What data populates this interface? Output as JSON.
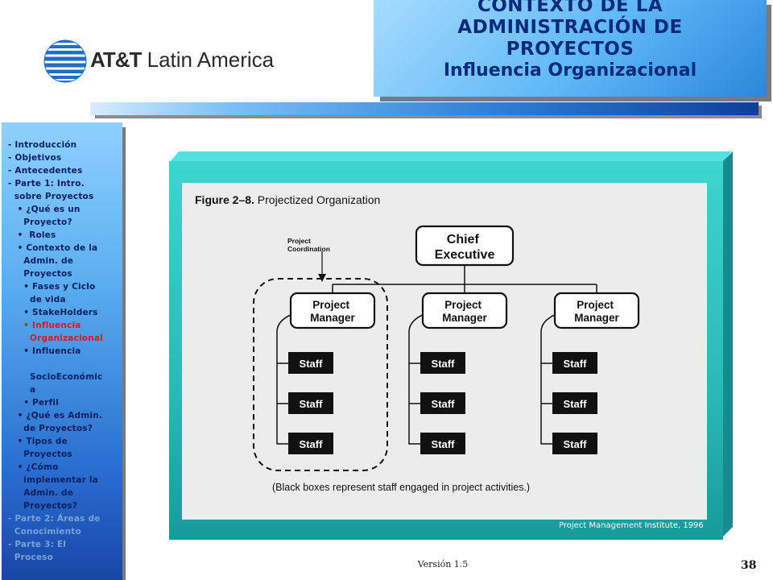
{
  "header": {
    "brand_att": "AT&T",
    "brand_rest": " Latin America",
    "title_lines": [
      "CONTEXTO DE LA",
      "ADMINISTRACIÓN DE",
      "PROYECTOS"
    ],
    "subtitle": "Influencia Organizacional"
  },
  "sidebar": {
    "items": [
      {
        "text": "- Introducción",
        "state": "normal"
      },
      {
        "text": "- Objetivos",
        "state": "normal"
      },
      {
        "text": "- Antecedentes",
        "state": "normal"
      },
      {
        "text": "- Parte 1: Intro.",
        "state": "normal"
      },
      {
        "text": "  sobre Proyectos",
        "state": "normal"
      },
      {
        "text": "   • ¿Qué es un",
        "state": "normal"
      },
      {
        "text": "     Proyecto?",
        "state": "normal"
      },
      {
        "text": "   •  Roles",
        "state": "normal"
      },
      {
        "text": "   • Contexto de la",
        "state": "normal"
      },
      {
        "text": "     Admin. de",
        "state": "normal"
      },
      {
        "text": "     Proyectos",
        "state": "normal"
      },
      {
        "text": "     • Fases y Ciclo",
        "state": "normal"
      },
      {
        "text": "       de vida",
        "state": "normal"
      },
      {
        "text": "     • StakeHolders",
        "state": "normal"
      },
      {
        "text": "     • Influencia",
        "state": "active"
      },
      {
        "text": "       Organizacional",
        "state": "active"
      },
      {
        "text": "     • Influencia",
        "state": "normal"
      },
      {
        "text": " ",
        "state": "normal"
      },
      {
        "text": "       SocioEconómic",
        "state": "normal"
      },
      {
        "text": "       a",
        "state": "normal"
      },
      {
        "text": "     • Perfil",
        "state": "normal"
      },
      {
        "text": "   • ¿Qué es Admin.",
        "state": "normal"
      },
      {
        "text": "     de Proyectos?",
        "state": "normal"
      },
      {
        "text": "   • Tipos de",
        "state": "normal"
      },
      {
        "text": "     Proyectos",
        "state": "normal"
      },
      {
        "text": "   • ¿Cómo",
        "state": "normal"
      },
      {
        "text": "     implementar la",
        "state": "normal"
      },
      {
        "text": "     Admin. de",
        "state": "normal"
      },
      {
        "text": "     Proyectos?",
        "state": "normal"
      },
      {
        "text": "- Parte 2: Áreas de",
        "state": "faded"
      },
      {
        "text": "  Conocimiento",
        "state": "faded"
      },
      {
        "text": "- Parte 3: El",
        "state": "faded"
      },
      {
        "text": "  Proceso",
        "state": "faded"
      }
    ]
  },
  "figure": {
    "label": "Figure 2–8.",
    "title": " Projectized Organization",
    "chief": [
      "Chief",
      "Executive"
    ],
    "manager": [
      "Project",
      "Manager"
    ],
    "staff": "Staff",
    "coordination": [
      "Project",
      "Coordination"
    ],
    "caption": "(Black boxes represent staff engaged in project activities.)",
    "credit": "Project Management Institute, 1996"
  },
  "footer": {
    "version": "Versión 1.5",
    "page": "38"
  }
}
